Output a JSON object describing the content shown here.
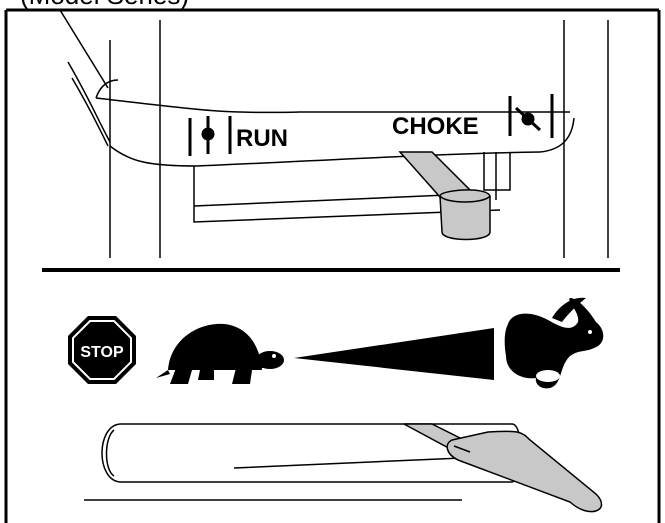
{
  "header_partial": "(Model Series)",
  "choke_panel": {
    "run_label": "RUN",
    "choke_label": "CHOKE"
  },
  "throttle_panel": {
    "stop_sign_text": "STOP",
    "slow_icon": "turtle-icon",
    "fast_icon": "rabbit-icon"
  },
  "colors": {
    "lever_fill": "#c8c8c8",
    "line": "#000000",
    "stop_sign": "#000000"
  }
}
